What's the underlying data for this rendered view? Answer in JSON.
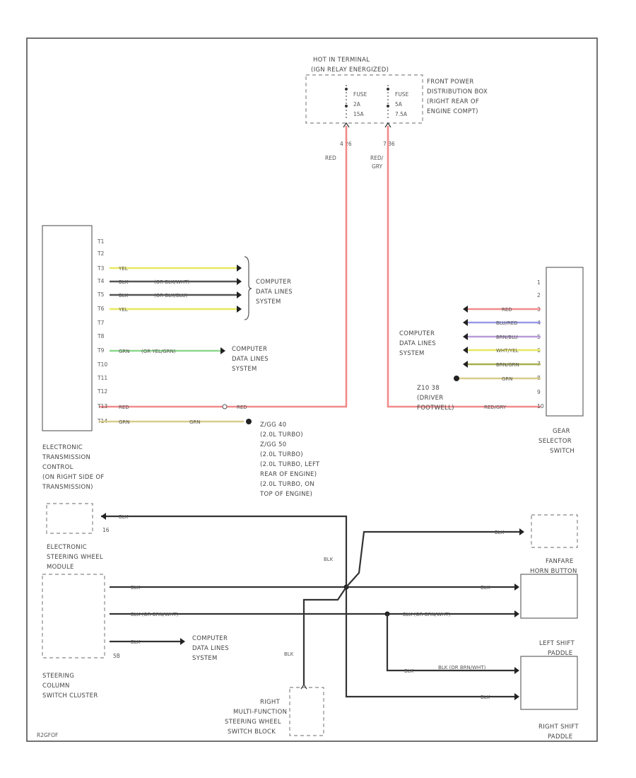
{
  "hot_terminal": [
    "HOT IN TERMINAL",
    "(IGN RELAY ENERGIZED)"
  ],
  "fuse_left": [
    "FUSE",
    "2A",
    "15A"
  ],
  "fuse_right": [
    "FUSE",
    "5A",
    "7.5A"
  ],
  "front_power": [
    "FRONT POWER",
    "DISTRIBUTION BOX",
    "(RIGHT REAR OF",
    "ENGINE COMPT)"
  ],
  "pin_left_top": "4  26",
  "pin_right_top": "7  36",
  "wire_red": "RED",
  "wire_red_grn": [
    "RED/",
    "GRY"
  ],
  "tcm_pins": [
    "T1",
    "T2",
    "T3",
    "T4",
    "T5",
    "T6",
    "T7",
    "T8",
    "T9",
    "T10",
    "T11",
    "T12",
    "T13",
    "T14"
  ],
  "tcm_wires": {
    "t3": "YEL",
    "t4": [
      "BLK",
      "(OR BLK/WHT)"
    ],
    "t5": [
      "BLK",
      "(OR BLK/BLU)"
    ],
    "t6": "YEL",
    "t9": [
      "GRN",
      "(OR YEL/GRN)"
    ],
    "t13": "RED",
    "t13b": "RED",
    "t14": "GRN",
    "t14b": "GRN"
  },
  "computer_data_lines": [
    "COMPUTER",
    "DATA LINES",
    "SYSTEM"
  ],
  "ground_note": [
    "Z/GG 40",
    "(2.0L TURBO)",
    "Z/GG 50",
    "(2.0L TURBO)",
    "(2.0L TURBO, LEFT",
    "REAR OF ENGINE)",
    "(2.0L TURBO, ON",
    "TOP OF ENGINE)"
  ],
  "tcm_label": [
    "ELECTRONIC",
    "TRANSMISSION",
    "CONTROL",
    "(ON RIGHT SIDE OF",
    "TRANSMISSION)"
  ],
  "gear_pins": [
    "1",
    "2",
    "3",
    "4",
    "5",
    "6",
    "7",
    "8",
    "9",
    "10"
  ],
  "gear_wires": [
    "RED",
    "BLU/RED",
    "BRN/BLU",
    "WHT/YEL",
    "BRN/GRN",
    "GRN"
  ],
  "gear_ground": [
    "Z10 38",
    "(DRIVER",
    "FOOTWELL)"
  ],
  "gear_red_grn": "RED/GRY",
  "gear_label": [
    "GEAR",
    "SELECTOR",
    "SWITCH"
  ],
  "esw_label": [
    "ELECTRONIC",
    "STEERING WHEEL",
    "MODULE"
  ],
  "esw_pin": "16",
  "wire_blk": "BLK",
  "wire_blk_brn": "BLK (OR BRN/WHT)",
  "sccm_label": [
    "STEERING",
    "COLUMN",
    "SWITCH CLUSTER"
  ],
  "sccm_pin": "5B",
  "fanfare_label": [
    "FANFARE",
    "HORN BUTTON"
  ],
  "left_paddle_label": [
    "LEFT SHIFT",
    "PADDLE"
  ],
  "right_paddle_label": [
    "RIGHT SHIFT",
    "PADDLE"
  ],
  "rmf_label": [
    "RIGHT",
    "MULTI-FUNCTION",
    "STEERING WHEEL",
    "SWITCH BLOCK"
  ],
  "footer_id": "R2GFOF",
  "colors": {
    "red": "#f28a8a",
    "yellow": "#e8e860",
    "black": "#555555",
    "green": "#8ed88e",
    "tan": "#d8cc8a",
    "blue": "#9a9ae8",
    "brown": "#c8a080",
    "olive": "#a8b050"
  }
}
